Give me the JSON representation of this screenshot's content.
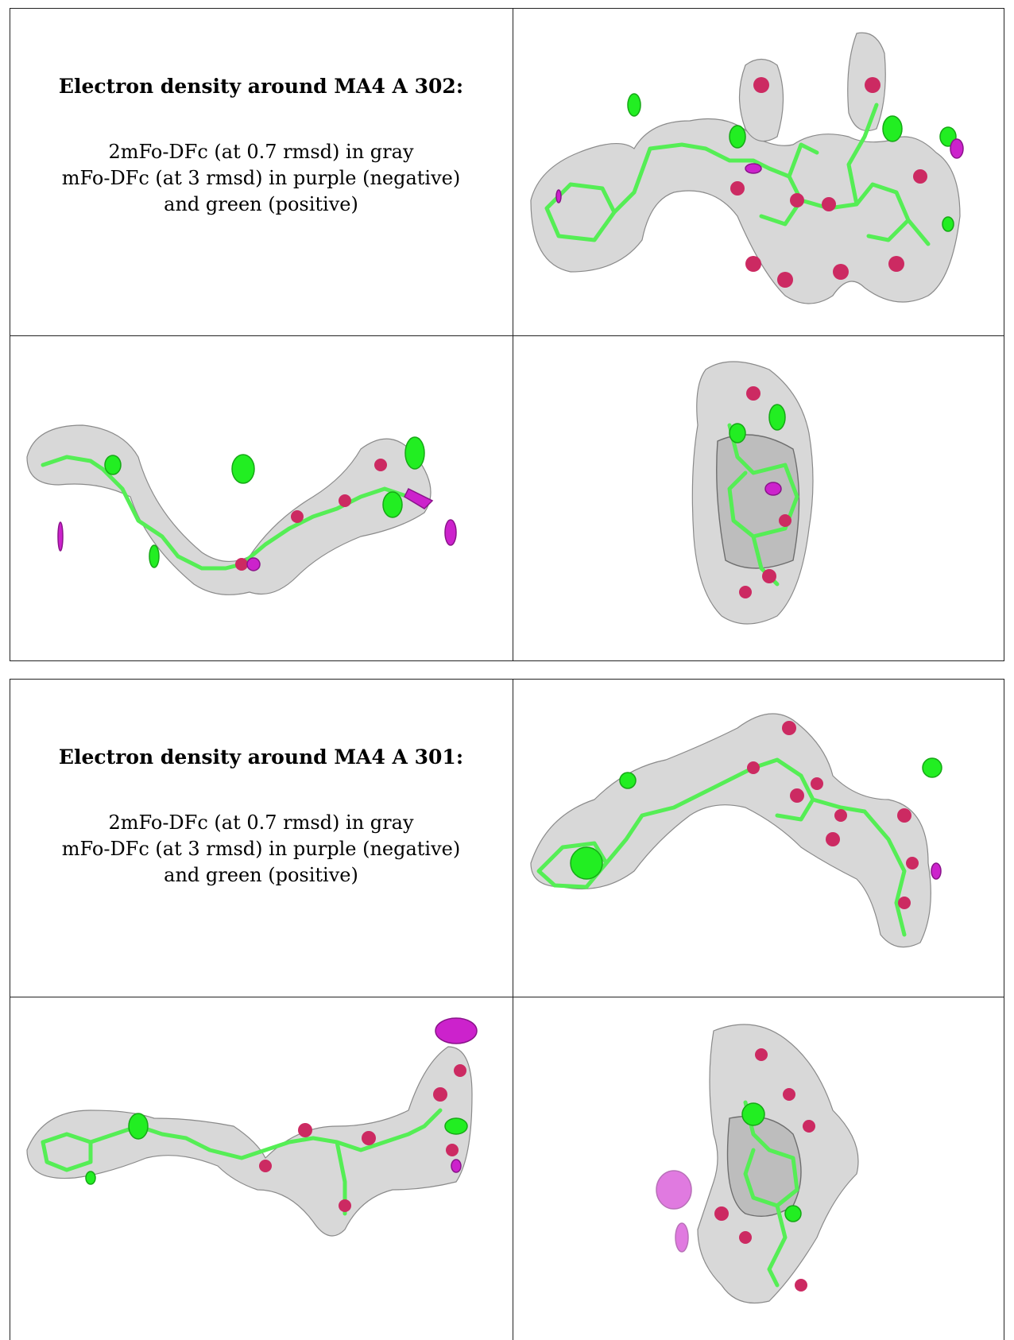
{
  "blocks": [
    {
      "title": "Electron density around MA4 A 302:",
      "line1": "2mFo-DFc (at 0.7 rmsd) in gray",
      "line2": "mFo-DFc (at 3 rmsd) in purple (negative)",
      "line3": "and green (positive)"
    },
    {
      "title": "Electron density around MA4 A 301:",
      "line1": "2mFo-DFc (at 0.7 rmsd) in gray",
      "line2": "mFo-DFc (at 3 rmsd) in purple (negative)",
      "line3": "and green (positive)"
    }
  ],
  "colors": {
    "map_2fofc": "#a0a0a0",
    "map_fofc_negative": "#cc22cc",
    "map_fofc_positive": "#22ee22",
    "oxygen": "#cc2a62",
    "carbon_bonds": "#55ee55"
  }
}
